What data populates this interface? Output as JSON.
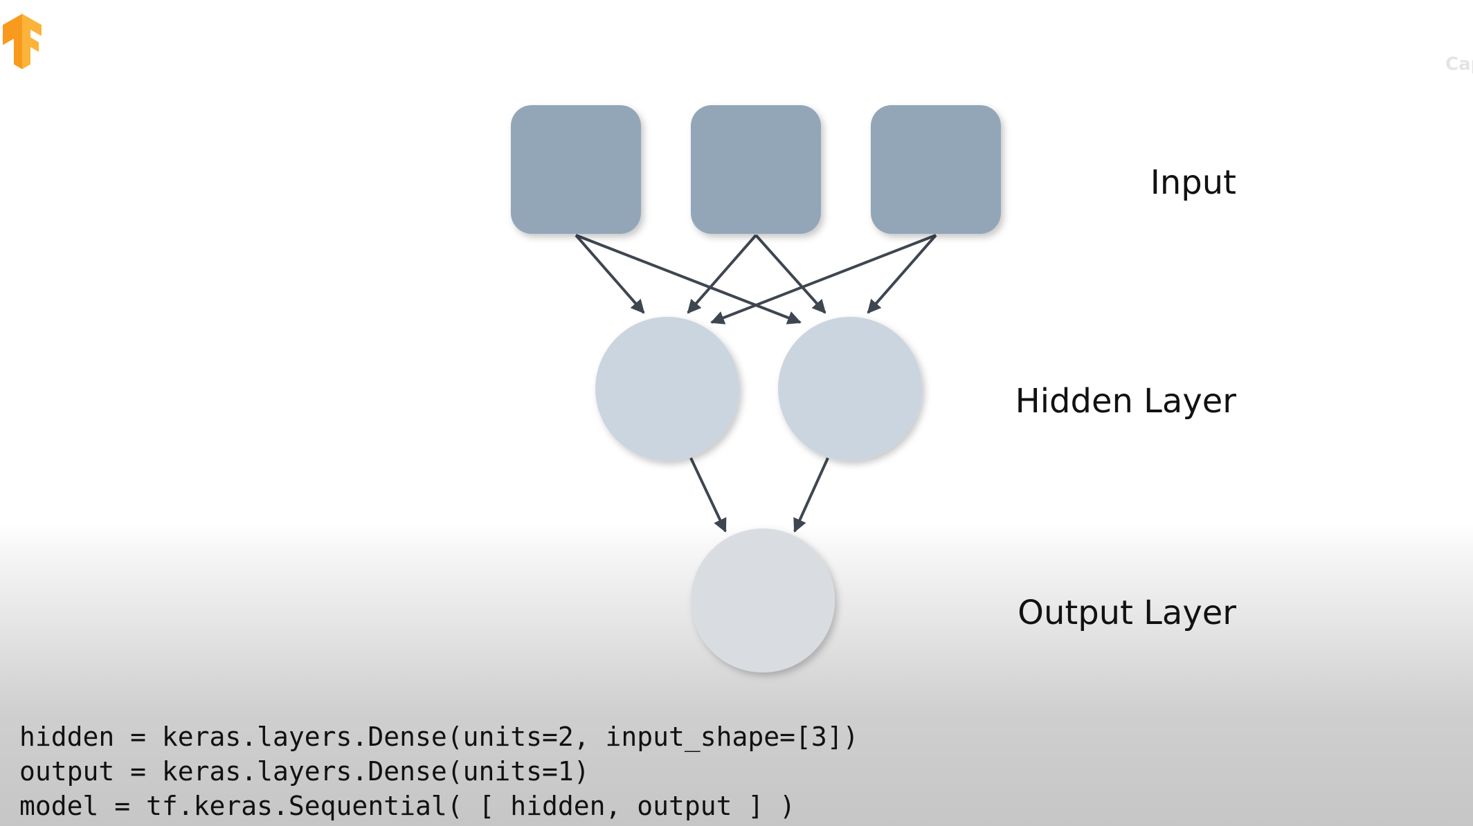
{
  "logo": {
    "icon": "tensorflow-logo-icon",
    "color": "#f79a1e"
  },
  "captions_toggle": {
    "label": "Cap"
  },
  "diagram": {
    "colors": {
      "input_node": "#92a6b8",
      "hidden_node": "#cbd5df",
      "output_node": "#d9dde2",
      "arrow": "#3e4650"
    },
    "labels": {
      "input": "Input",
      "hidden": "Hidden Layer",
      "output": "Output Layer"
    }
  },
  "code": {
    "lines": [
      "hidden = keras.layers.Dense(units=2, input_shape=[3])",
      "output = keras.layers.Dense(units=1)",
      "model = tf.keras.Sequential( [ hidden, output ] )"
    ]
  }
}
